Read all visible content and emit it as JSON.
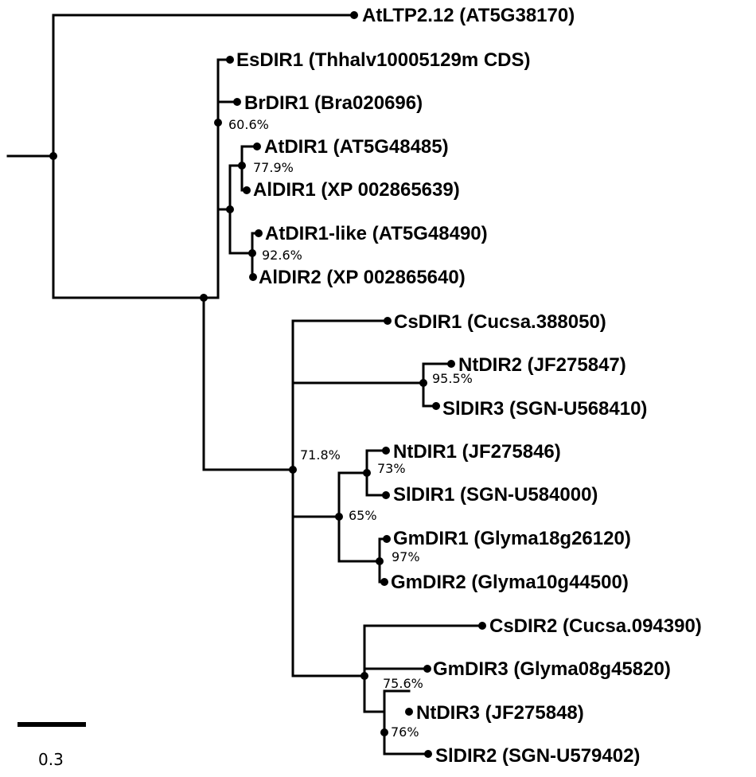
{
  "tree": {
    "leaves": [
      {
        "id": "atltp",
        "label": "AtLTP2.12 (AT5G38170)"
      },
      {
        "id": "esdir1",
        "label": "EsDIR1 (Thhalv10005129m CDS)"
      },
      {
        "id": "brdir1",
        "label": "BrDIR1 (Bra020696)"
      },
      {
        "id": "atdir1",
        "label": "AtDIR1 (AT5G48485)"
      },
      {
        "id": "aldir1",
        "label": "AlDIR1 (XP 002865639)"
      },
      {
        "id": "atdir1like",
        "label": "AtDIR1-like (AT5G48490)"
      },
      {
        "id": "aldir2",
        "label": "AlDIR2 (XP 002865640)"
      },
      {
        "id": "csdir1",
        "label": "CsDIR1 (Cucsa.388050)"
      },
      {
        "id": "ntdir2",
        "label": "NtDIR2 (JF275847)"
      },
      {
        "id": "sldir3",
        "label": "SlDIR3 (SGN-U568410)"
      },
      {
        "id": "ntdir1",
        "label": "NtDIR1 (JF275846)"
      },
      {
        "id": "sldir1",
        "label": "SlDIR1 (SGN-U584000)"
      },
      {
        "id": "gmdir1",
        "label": "GmDIR1 (Glyma18g26120)"
      },
      {
        "id": "gmdir2",
        "label": "GmDIR2 (Glyma10g44500)"
      },
      {
        "id": "csdir2",
        "label": "CsDIR2 (Cucsa.094390)"
      },
      {
        "id": "gmdir3",
        "label": "GmDIR3 (Glyma08g45820)"
      },
      {
        "id": "ntdir3",
        "label": "NtDIR3 (JF275848)"
      },
      {
        "id": "sldir2",
        "label": "SlDIR2 (SGN-U579402)"
      }
    ],
    "support_values": [
      {
        "id": "s_brassica",
        "label": "60.6%"
      },
      {
        "id": "s_atal1",
        "label": "77.9%"
      },
      {
        "id": "s_atal2",
        "label": "92.6%"
      },
      {
        "id": "s_nonbrassica",
        "label": "71.8%"
      },
      {
        "id": "s_ntsl2",
        "label": "95.5%"
      },
      {
        "id": "s_ntsl1",
        "label": "73%"
      },
      {
        "id": "s_solgly",
        "label": "65%"
      },
      {
        "id": "s_gm12",
        "label": "97%"
      },
      {
        "id": "s_clade3",
        "label": "75.6%"
      },
      {
        "id": "s_ntsl3",
        "label": "76%"
      }
    ],
    "scale_bar": {
      "label": "0.3"
    }
  }
}
